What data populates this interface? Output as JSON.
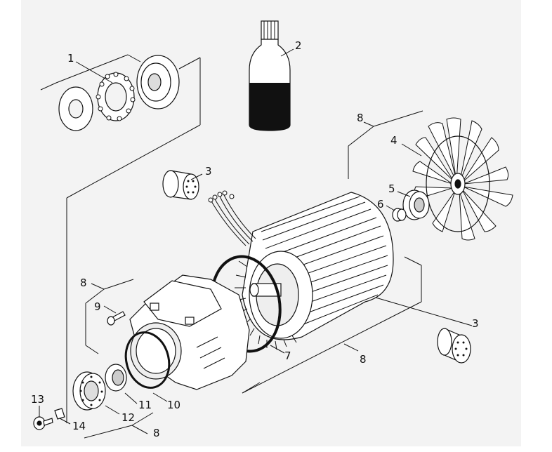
{
  "colors": {
    "background": "#f3f3f3",
    "ink": "#111111",
    "bottle_liquid": "#111111"
  },
  "callouts": [
    {
      "id": "c1",
      "text": "1"
    },
    {
      "id": "c2",
      "text": "2"
    },
    {
      "id": "c3a",
      "text": "3"
    },
    {
      "id": "c3b",
      "text": "3"
    },
    {
      "id": "c4",
      "text": "4"
    },
    {
      "id": "c5",
      "text": "5"
    },
    {
      "id": "c6",
      "text": "6"
    },
    {
      "id": "c7",
      "text": "7"
    },
    {
      "id": "c8a",
      "text": "8"
    },
    {
      "id": "c8b",
      "text": "8"
    },
    {
      "id": "c8c",
      "text": "8"
    },
    {
      "id": "c8d",
      "text": "8"
    },
    {
      "id": "c9",
      "text": "9"
    },
    {
      "id": "c10",
      "text": "10"
    },
    {
      "id": "c11",
      "text": "11"
    },
    {
      "id": "c12",
      "text": "12"
    },
    {
      "id": "c13",
      "text": "13"
    },
    {
      "id": "c14",
      "text": "14"
    }
  ]
}
